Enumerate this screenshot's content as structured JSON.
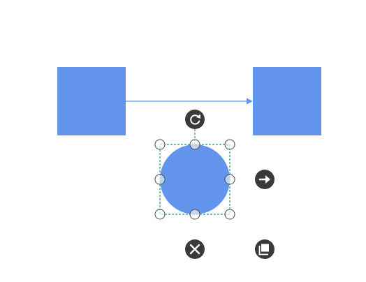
{
  "canvas": {
    "background": "#ffffff"
  },
  "colors": {
    "shape_fill": "#6495ed",
    "connector": "#6495ed",
    "selection": "#1a9e7e",
    "handle_stroke": "#4a4a4a",
    "handle_fill": "#ffffff",
    "tool_fill": "#3a3a3a",
    "tool_glyph": "#ffffff"
  },
  "shapes": [
    {
      "id": "square-left",
      "kind": "square"
    },
    {
      "id": "square-right",
      "kind": "square"
    },
    {
      "id": "circle",
      "kind": "circle",
      "selected": true
    }
  ],
  "connector": {
    "from": "square-left",
    "to": "square-right",
    "arrow": "end"
  },
  "selection": {
    "target": "circle",
    "handles": [
      "nw",
      "n",
      "ne",
      "w",
      "e",
      "sw",
      "s",
      "se"
    ]
  },
  "tools": {
    "rotate": {
      "icon": "rotate-icon"
    },
    "connect": {
      "icon": "arrow-right-icon"
    },
    "delete": {
      "icon": "close-icon"
    },
    "duplicate": {
      "icon": "copy-icon"
    }
  }
}
